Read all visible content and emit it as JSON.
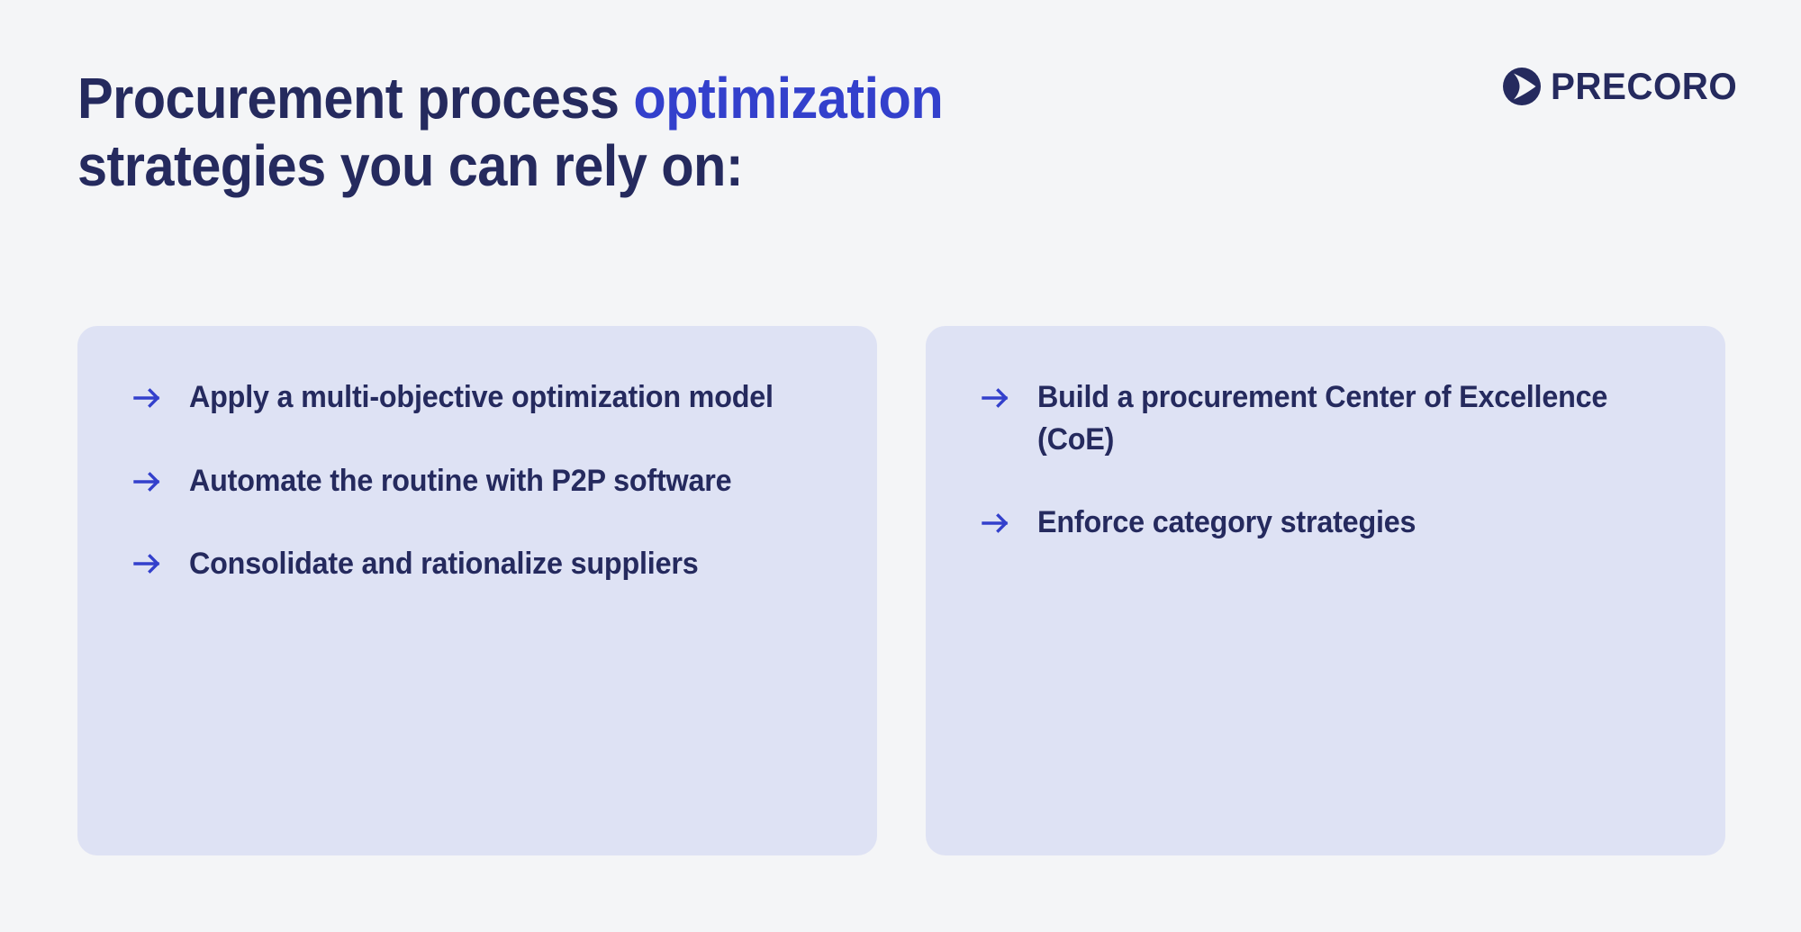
{
  "background_color": "#f4f5f7",
  "colors": {
    "navy": "#252a5e",
    "accent_blue": "#3340cc",
    "card_background": "#dee2f4"
  },
  "header": {
    "title_part1": "Procurement process ",
    "title_accent": "optimization",
    "title_line2": "strategies you can rely on:",
    "title_full": "Procurement process optimization strategies you can rely on:"
  },
  "logo": {
    "name": "PRECORO",
    "mark_icon": "precoro-play-circle-icon"
  },
  "cards": [
    {
      "id": "card-left",
      "bullets": [
        {
          "icon": "arrow-right-icon",
          "text": "Apply a multi-objective optimization model",
          "arrow_centered": false
        },
        {
          "icon": "arrow-right-icon",
          "text": "Automate the routine with P2P software",
          "arrow_centered": false
        },
        {
          "icon": "arrow-right-icon",
          "text": "Consolidate and rationalize suppliers",
          "arrow_centered": true
        }
      ]
    },
    {
      "id": "card-right",
      "bullets": [
        {
          "icon": "arrow-right-icon",
          "text": "Build a procurement Center of Excellence (CoE)",
          "arrow_centered": false
        },
        {
          "icon": "arrow-right-icon",
          "text": "Enforce category strategies",
          "arrow_centered": false
        }
      ]
    }
  ]
}
